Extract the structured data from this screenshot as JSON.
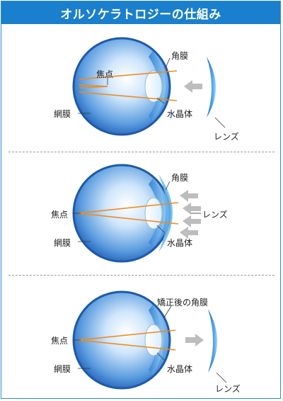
{
  "title": "オルソケラトロジーの仕組み",
  "colors": {
    "title_bg": "#1a7fcc",
    "eye_dark": "#1f5fb8",
    "eye_light": "#e6f3ff",
    "cornea": "#5aaee8",
    "lens": "#3d8fe0",
    "ray": "#f08a1c",
    "arrow": "#bdbdbd"
  },
  "panels": [
    {
      "cornea": "角膜",
      "focus": "焦点",
      "retina": "網膜",
      "crystalline": "水晶体",
      "lens": "レンズ"
    },
    {
      "cornea": "角膜",
      "focus": "焦点",
      "retina": "網膜",
      "crystalline": "水晶体",
      "lens": "レンズ"
    },
    {
      "cornea": "矯正後の角膜",
      "focus": "焦点",
      "retina": "網膜",
      "crystalline": "水晶体",
      "lens": "レンズ"
    }
  ]
}
